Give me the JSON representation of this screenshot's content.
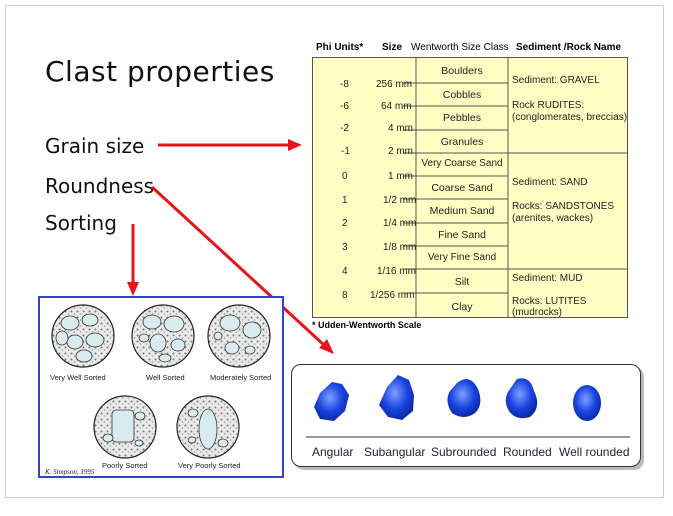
{
  "title": "Clast properties",
  "labels": {
    "grain_size": "Grain size",
    "roundness": "Roundness",
    "sorting": "Sorting"
  },
  "table": {
    "headers": {
      "phi": "Phi Units*",
      "size": "Size",
      "wentworth": "Wentworth Size Class",
      "sediment": "Sediment /Rock Name"
    },
    "rows": [
      {
        "phi": "-8",
        "size": "256 mm"
      },
      {
        "phi": "-6",
        "size": "64 mm"
      },
      {
        "phi": "-2",
        "size": "4 mm"
      },
      {
        "phi": "-1",
        "size": "2 mm"
      },
      {
        "phi": "0",
        "size": "1 mm"
      },
      {
        "phi": "1",
        "size": "1/2 mm"
      },
      {
        "phi": "2",
        "size": "1/4 mm"
      },
      {
        "phi": "3",
        "size": "1/8 mm"
      },
      {
        "phi": "4",
        "size": "1/16 mm"
      },
      {
        "phi": "8",
        "size": "1/256 mm"
      }
    ],
    "classes": [
      "Boulders",
      "Cobbles",
      "Pebbles",
      "Granules",
      "Very Coarse Sand",
      "Coarse Sand",
      "Medium Sand",
      "Fine Sand",
      "Very Fine Sand",
      "Silt",
      "Clay"
    ],
    "names": {
      "gravel": "Sediment:  GRAVEL",
      "rudites": "Rock  RUDITES:",
      "rudites2": "(conglomerates, breccias)",
      "sand": "Sediment:  SAND",
      "sandstones": "Rocks:  SANDSTONES",
      "sandstones2": "(arenites, wackes)",
      "mud": "Sediment:  MUD",
      "lutites": "Rocks:  LUTITES",
      "lutites2": "(mudrocks)"
    },
    "footnote": "* Udden-Wentworth Scale"
  },
  "sorting": {
    "labels": [
      "Very Well Sorted",
      "Well Sorted",
      "Moderately Sorted",
      "Poorly Sorted",
      "Very Poorly Sorted"
    ],
    "credit": "K. Simpson, 1995"
  },
  "roundness": {
    "labels": [
      "Angular",
      "Subangular",
      "Subrounded",
      "Rounded",
      "Well rounded"
    ]
  },
  "colors": {
    "arrow": "#e8141a",
    "table_bg": "#ffffc4",
    "sorting_border": "#3344cc",
    "grain_blue": "#1a44e0"
  }
}
